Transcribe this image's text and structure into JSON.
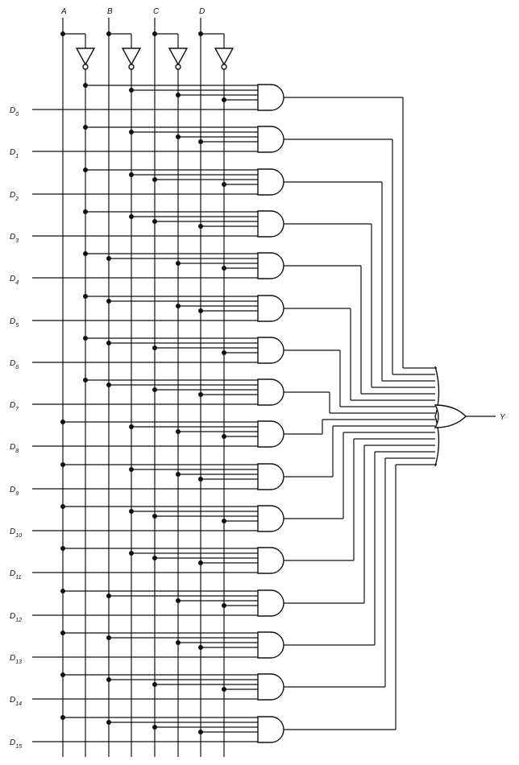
{
  "select_inputs": [
    "A",
    "B",
    "C",
    "D"
  ],
  "data_inputs": [
    {
      "letter": "D",
      "sub": "0"
    },
    {
      "letter": "D",
      "sub": "1"
    },
    {
      "letter": "D",
      "sub": "2"
    },
    {
      "letter": "D",
      "sub": "3"
    },
    {
      "letter": "D",
      "sub": "4"
    },
    {
      "letter": "D",
      "sub": "5"
    },
    {
      "letter": "D",
      "sub": "6"
    },
    {
      "letter": "D",
      "sub": "7"
    },
    {
      "letter": "D",
      "sub": "8"
    },
    {
      "letter": "D",
      "sub": "9"
    },
    {
      "letter": "D",
      "sub": "10"
    },
    {
      "letter": "D",
      "sub": "11"
    },
    {
      "letter": "D",
      "sub": "12"
    },
    {
      "letter": "D",
      "sub": "13"
    },
    {
      "letter": "D",
      "sub": "14"
    },
    {
      "letter": "D",
      "sub": "15"
    }
  ],
  "output_label": "Y",
  "colors": {
    "line": "#111111",
    "background": "#ffffff"
  }
}
